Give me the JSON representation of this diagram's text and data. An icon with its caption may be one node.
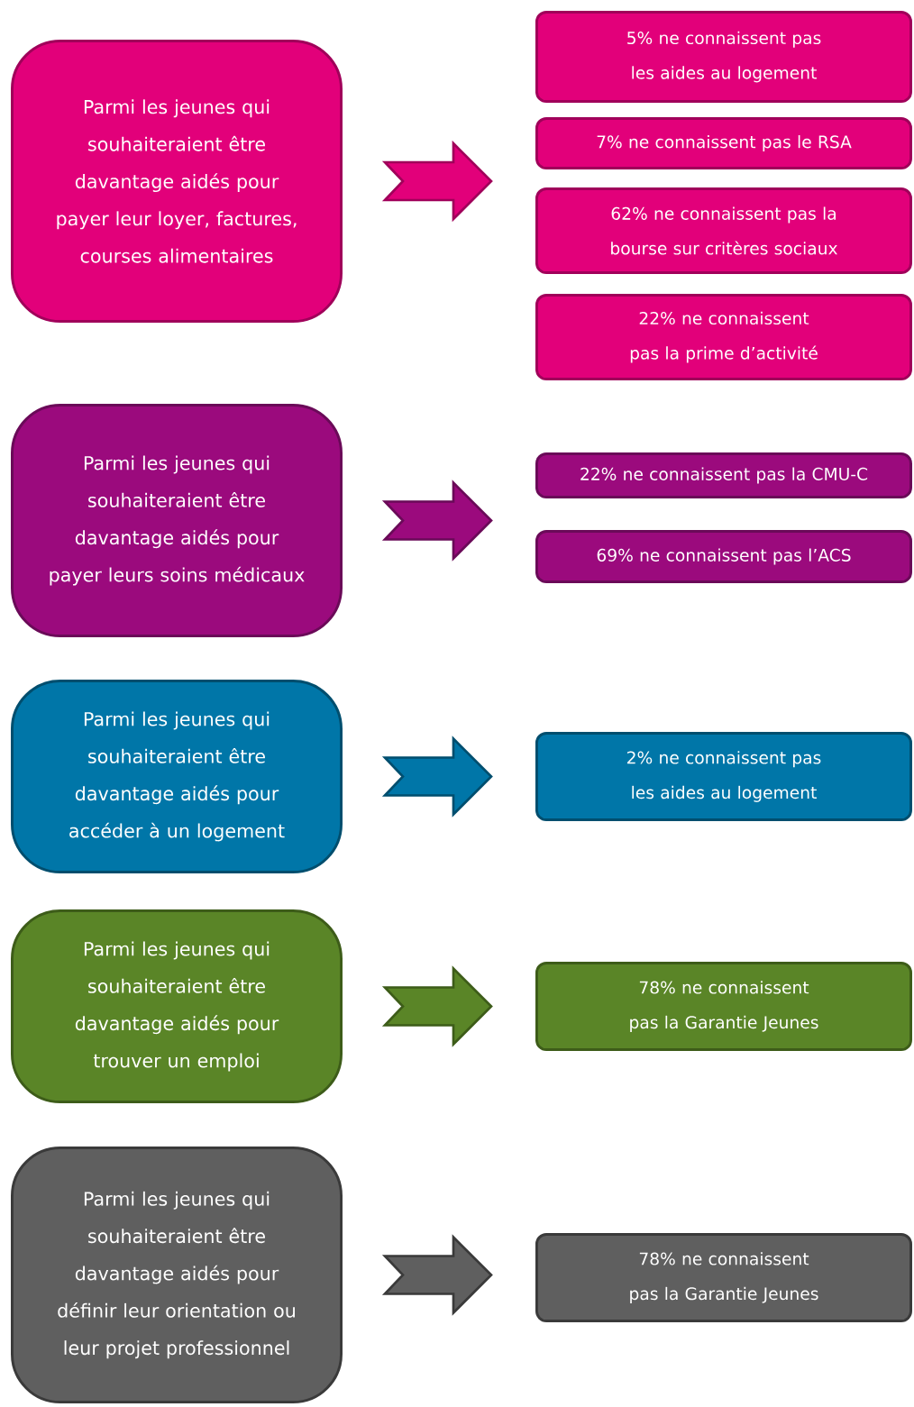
{
  "diagram": {
    "nodes": [
      {
        "text": [
          "Parmi les jeunes qui souhaiteraient être davantage aidés pour payer leur loyer, factures, courses alimentaires"
        ]
      },
      {
        "text": [
          "5% ne connaissent pas les aides au logement"
        ]
      },
      {
        "text": [
          "7% ne connaissent pas le RSA"
        ]
      },
      {
        "text": [
          "62% ne connaissent pas la bourse sur critères sociaux"
        ]
      },
      {
        "text": [
          "22% ne connaissent pas la prime d’activité"
        ]
      },
      {
        "text": [
          "Parmi les jeunes qui souhaiteraient être davantage aidés pour payer leurs soins médicaux"
        ]
      },
      {
        "text": [
          "22% ne connaissent pas la CMU-C"
        ]
      },
      {
        "text": [
          "69% ne connaissent pas l’ACS"
        ]
      },
      {
        "text": [
          "Parmi les jeunes qui souhaiteraient être davantage aidés pour accéder à un logement"
        ]
      },
      {
        "text": [
          "2% ne connaissent pas les aides au logement"
        ]
      },
      {
        "text": [
          "Parmi les jeunes qui souhaiteraient être davantage aidés pour trouver un emploi"
        ]
      },
      {
        "text": [
          "78% ne connaissent pas la Garantie Jeunes"
        ]
      },
      {
        "text": [
          "Parmi les jeunes qui souhaiteraient être davantage aidés pour définir leur orientation ou leur projet professionnel"
        ]
      },
      {
        "text": [
          "78% ne connaissent pas la Garantie Jeunes"
        ]
      }
    ],
    "edges": [
      {
        "from": 0,
        "to": 1,
        "arrow": "to"
      },
      {
        "from": 0,
        "to": 2,
        "arrow": "to"
      },
      {
        "from": 0,
        "to": 3,
        "arrow": "to"
      },
      {
        "from": 0,
        "to": 4,
        "arrow": "to"
      },
      {
        "from": 5,
        "to": 6,
        "arrow": "to"
      },
      {
        "from": 5,
        "to": 7,
        "arrow": "to"
      },
      {
        "from": 8,
        "to": 9,
        "arrow": "to"
      },
      {
        "from": 10,
        "to": 11,
        "arrow": "to"
      },
      {
        "from": 12,
        "to": 13,
        "arrow": "to"
      }
    ]
  }
}
